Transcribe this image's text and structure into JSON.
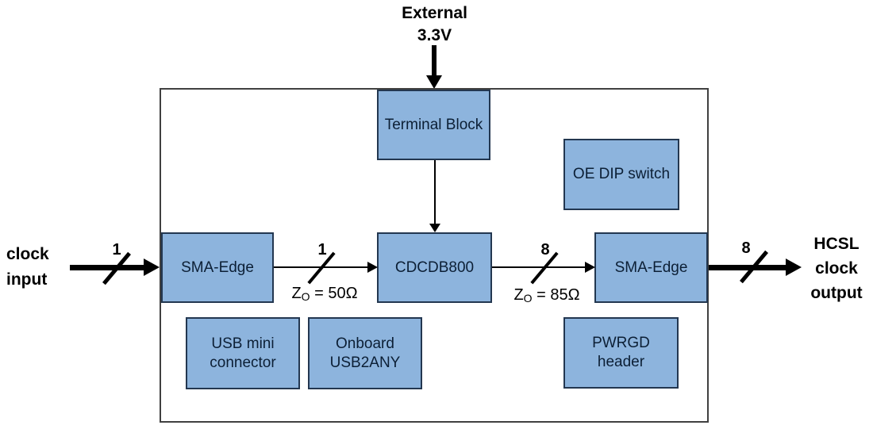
{
  "diagram": {
    "title_hint": "CDCDB800 evaluation board block diagram",
    "external_supply": {
      "line1": "External",
      "line2": "3.3V"
    },
    "input_label": {
      "line1": "clock",
      "line2": "input"
    },
    "output_label": {
      "line1": "HCSL",
      "line2": "clock",
      "line3": "output"
    },
    "blocks": {
      "terminal_block": {
        "line1": "Terminal Block"
      },
      "oe_dip_switch": {
        "line1": "OE DIP switch"
      },
      "sma_edge_left": {
        "line1": "SMA-Edge"
      },
      "cdcdb800": {
        "line1": "CDCDB800"
      },
      "sma_edge_right": {
        "line1": "SMA-Edge"
      },
      "usb_mini": {
        "line1": "USB mini",
        "line2": "connector"
      },
      "onboard_usb2any": {
        "line1": "Onboard",
        "line2": "USB2ANY"
      },
      "pwrgd_header": {
        "line1": "PWRGD",
        "line2": "header"
      }
    },
    "buses": {
      "input_width": "1",
      "internal_in_width": "1",
      "internal_out_width": "8",
      "output_width": "8",
      "zo_in": {
        "z": "Z",
        "sub": "O",
        "rest": " = 50Ω"
      },
      "zo_out": {
        "z": "Z",
        "sub": "O",
        "rest": " = 85Ω"
      }
    },
    "colors": {
      "block_fill": "#8db4dd",
      "block_border": "#233750",
      "block_text": "#0c1f35",
      "board_border": "#404040",
      "line_color": "#000000"
    }
  }
}
